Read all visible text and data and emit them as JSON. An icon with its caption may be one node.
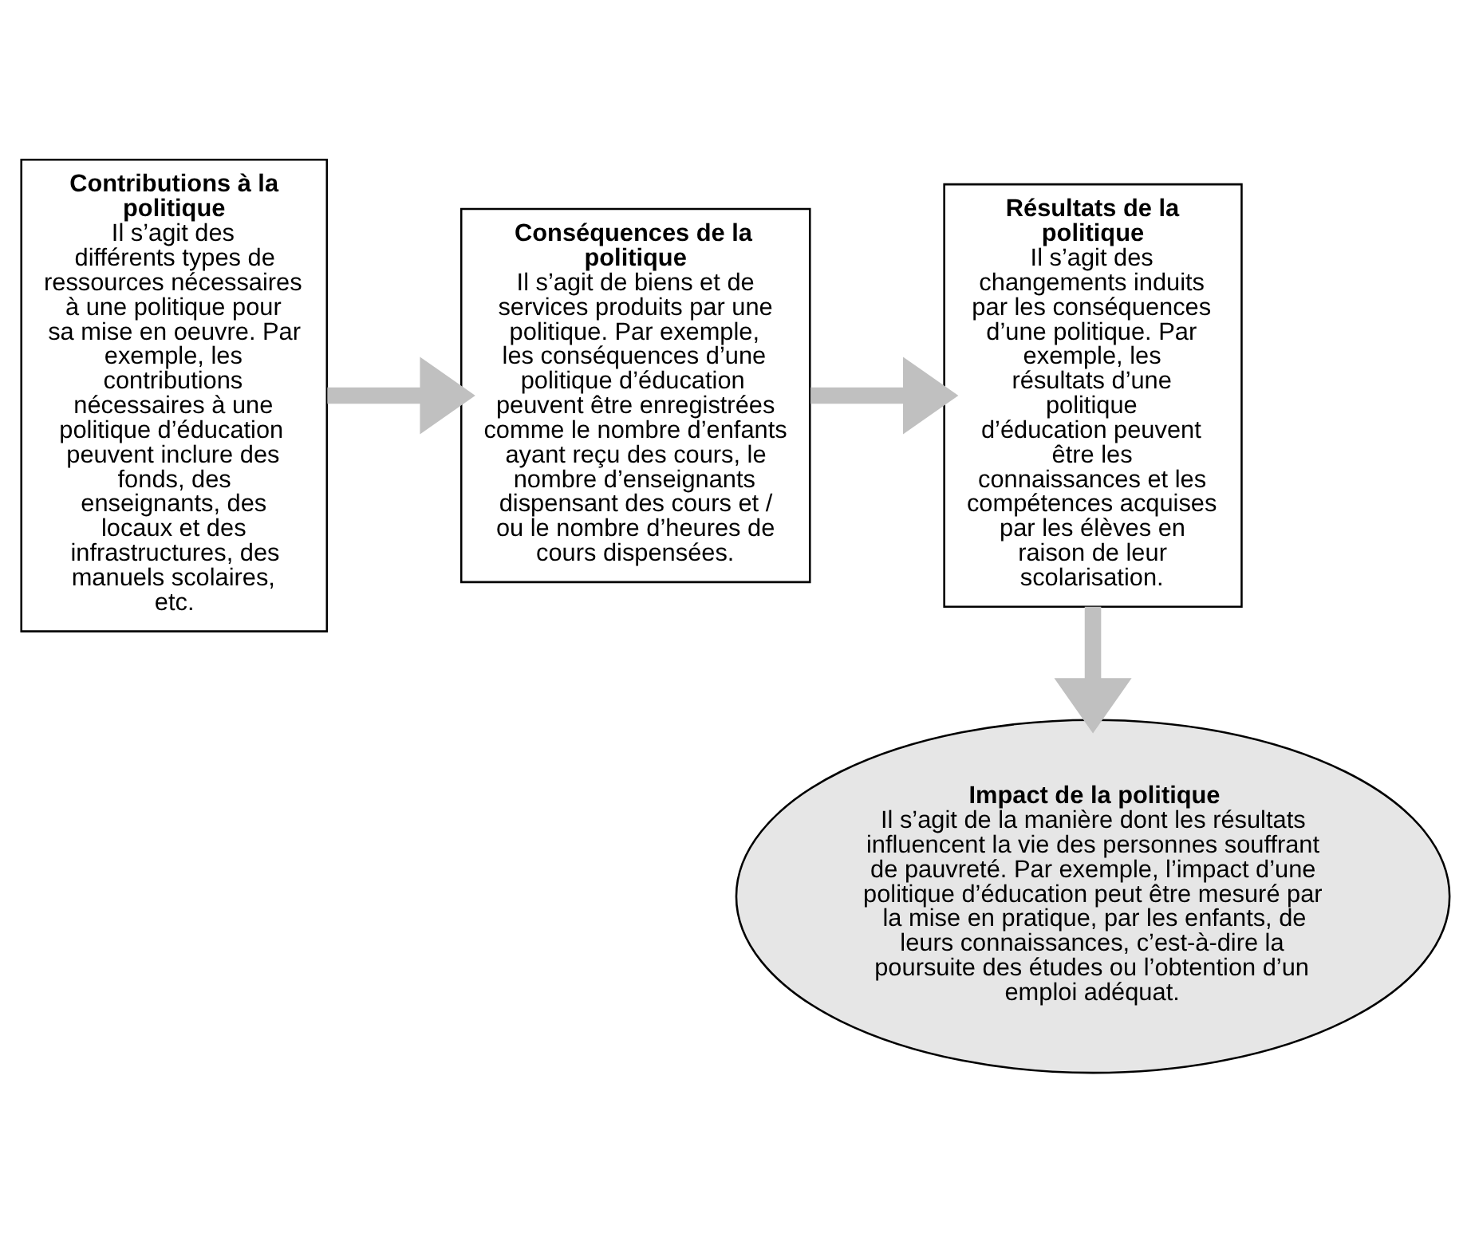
{
  "diagram": {
    "nodes": [
      {
        "text": [
          "Contributions à la politique",
          "Il s’agit des différents types de ressources nécessaires à une politique pour sa mise en oeuvre. Par exemple, les contributions nécessaires à une politique d’éducation peuvent inclure des fonds, des enseignants, des locaux et des infrastructures, des manuels scolaires, etc."
        ]
      },
      {
        "text": [
          "Conséquences de la politique",
          "Il s’agit de biens et de services produits par une politique. Par exemple, les conséquences d’une politique d’éducation peuvent être enregistrées comme le nombre d’enfants ayant reçu des cours, le nombre d’enseignants dispensant des cours et / ou le nombre d’heures de cours dispensées."
        ]
      },
      {
        "text": [
          "Résultats de la politique",
          "Il s’agit des changements induits par les conséquences d’une politique. Par exemple, les résultats d’une politique d’éducation peuvent être les connaissances et les compétences acquises par les élèves en raison de leur scolarisation."
        ]
      },
      {
        "text": [
          "Impact de la politique",
          "Il s’agit de la manière dont les résultats influencent la vie des personnes souffrant de pauvreté. Par exemple, l’impact d’une politique d’éducation peut être mesuré par la mise en pratique, par les enfants, de leurs connaissances, c’est-à-dire la poursuite des études ou l’obtention d’un emploi adéquat."
        ]
      }
    ],
    "edges": [
      {
        "from": 0,
        "to": 1,
        "arrow": "to"
      },
      {
        "from": 1,
        "to": 2,
        "arrow": "to"
      },
      {
        "from": 2,
        "to": 3,
        "arrow": "to"
      }
    ]
  }
}
